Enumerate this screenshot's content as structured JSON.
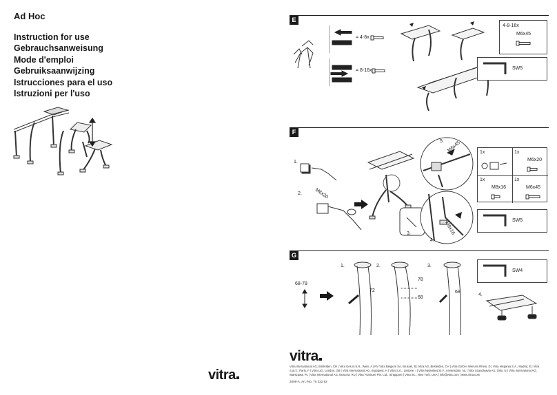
{
  "left_page": {
    "title": "Ad Hoc",
    "languages": [
      "Instruction for use",
      "Gebrauchsanweisung",
      "Mode d'emploi",
      "Gebruiksaanwijzing",
      "Istrucciones para el uso",
      "Istruzioni per l'uso"
    ],
    "brand": "vitra",
    "icons": [
      "table-frame-drawing",
      "leg-drawing",
      "height-arrow-icon"
    ]
  },
  "right_page": {
    "brand": "vitra",
    "addresses": "Vitra International AG, Birsfelden, CH | Vitra Ges.m.b.H., Wien, A | NV Vitra Belgium SA, Brussel, B | Vitra AG, Birsfelden, CH | Vitra GmbH, Weil am Rhein, D | Vitra Hispania S.A., Madrid, E | Vitra S.à.r.l., Paris, F | Vitra Ltd., London, GB | Vitra International AG, Budapest, H | Vitra S.r.l., Lissone, I | Vitra Nederland B.V., Amsterdam, NL | Vitra Scandinavia AS, Oslo, N | Vitra International AG, Warszawa, PL | Vitra International AG, Moscow, RU | Vitra Furniture Pte. Ltd., Singapore | Vitra Inc., New York, USA | info@vitra.com | www.vitra.com",
    "article_number": "2009-A, Art.-No. 70 232 92",
    "sections": {
      "E": {
        "label": "E",
        "screw_short": "= 4-8x",
        "screw_long": "= 8-16x",
        "parts_box": {
          "qty": "4-8-16x",
          "part": "M6x45"
        },
        "tool_box": {
          "tool": "SW5"
        }
      },
      "F": {
        "label": "F",
        "steps": [
          "1.",
          "2.",
          "3.",
          "4.",
          "5."
        ],
        "callout_m6x20": "M6x20",
        "callout_m6x45": "M6x45",
        "callout_m8x16": "M8x16",
        "parts": [
          {
            "qty": "1x",
            "part": ""
          },
          {
            "qty": "1x",
            "part": "M6x20"
          },
          {
            "qty": "1x",
            "part": "M8x16"
          },
          {
            "qty": "1x",
            "part": "M6x45"
          }
        ],
        "tool_box": {
          "tool": "SW5"
        }
      },
      "G": {
        "label": "G",
        "range": "68-78",
        "steps": [
          "1.",
          "2.",
          "3.",
          "4."
        ],
        "value_72": "72",
        "value_78": "78",
        "value_68a": "68",
        "value_68b": "68",
        "tool_box": {
          "tool": "SW4"
        }
      }
    }
  }
}
